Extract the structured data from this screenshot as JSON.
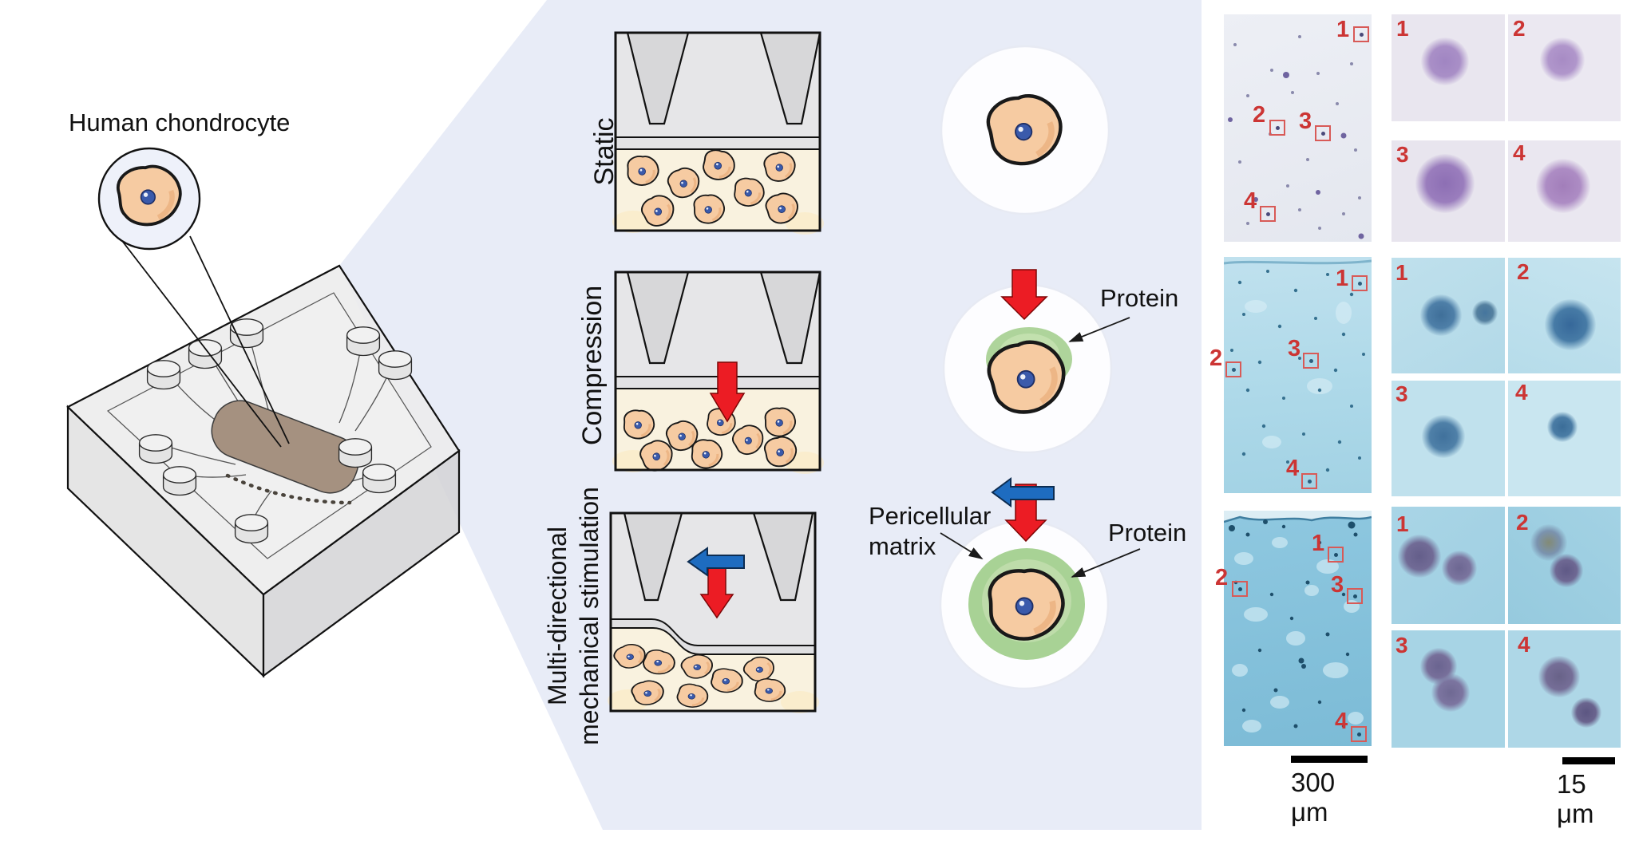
{
  "left_panel": {
    "label": "Human chondrocyte"
  },
  "conditions": [
    {
      "label": "Static"
    },
    {
      "label": "Compression"
    },
    {
      "label_line1": "Multi-directional",
      "label_line2": "mechanical stimulation"
    }
  ],
  "annotations": {
    "compression_protein": "Protein",
    "multi_protein": "Protein",
    "pericellular_line1": "Pericellular",
    "pericellular_line2": "matrix"
  },
  "markers": [
    "1",
    "2",
    "3",
    "4"
  ],
  "scale_bars": [
    {
      "value": "300",
      "unit": "μm"
    },
    {
      "value": "15",
      "unit": "μm"
    }
  ],
  "colors": {
    "wedge": "#e8ecf7",
    "arrow_red": "#ec1c24",
    "arrow_blue": "#1e6cc0",
    "protein_green": "#aed49b",
    "marker_red": "#cc3534",
    "cell_body": "#f6cba2",
    "nucleus": "#3a5aab",
    "histology_pale": "#e9ebf2",
    "histology_blue_light": "#b5dbeb",
    "histology_blue_deep": "#87c4dd"
  }
}
